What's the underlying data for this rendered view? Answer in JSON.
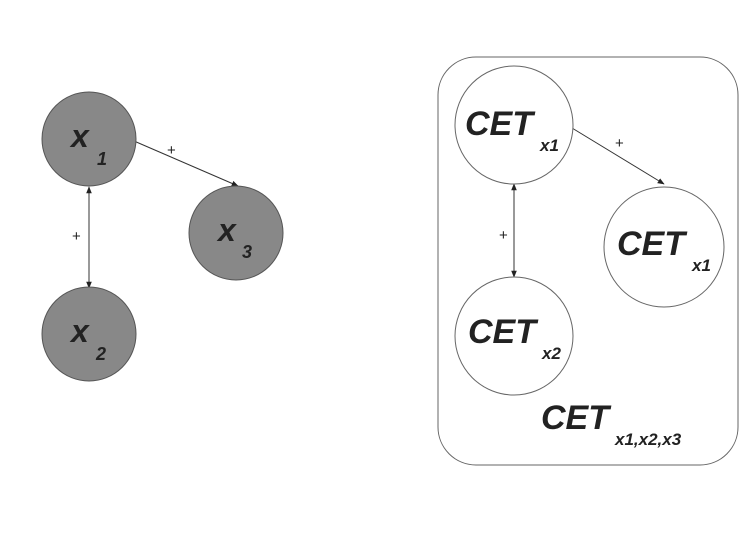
{
  "left_graph": {
    "nodes": [
      {
        "main": "x",
        "sub": "1"
      },
      {
        "main": "x",
        "sub": "2"
      },
      {
        "main": "x",
        "sub": "3"
      }
    ],
    "edges": [
      {
        "from": "x1",
        "to": "x3",
        "sign": "+",
        "directed": true
      },
      {
        "from": "x1",
        "to": "x2",
        "sign": "+",
        "bidirectional": true
      }
    ]
  },
  "right_graph": {
    "container": {
      "main": "CET",
      "sub": "x1,x2,x3"
    },
    "nodes": [
      {
        "main": "CET",
        "sub": "x1"
      },
      {
        "main": "CET",
        "sub": "x1"
      },
      {
        "main": "CET",
        "sub": "x2"
      }
    ],
    "edges": [
      {
        "from": "top",
        "to": "right",
        "sign": "+",
        "directed": true
      },
      {
        "from": "top",
        "to": "bottom",
        "sign": "+",
        "bidirectional": true
      }
    ]
  },
  "colors": {
    "dark_node_fill": "#888888",
    "light_node_fill": "#ffffff",
    "stroke": "#555555"
  }
}
